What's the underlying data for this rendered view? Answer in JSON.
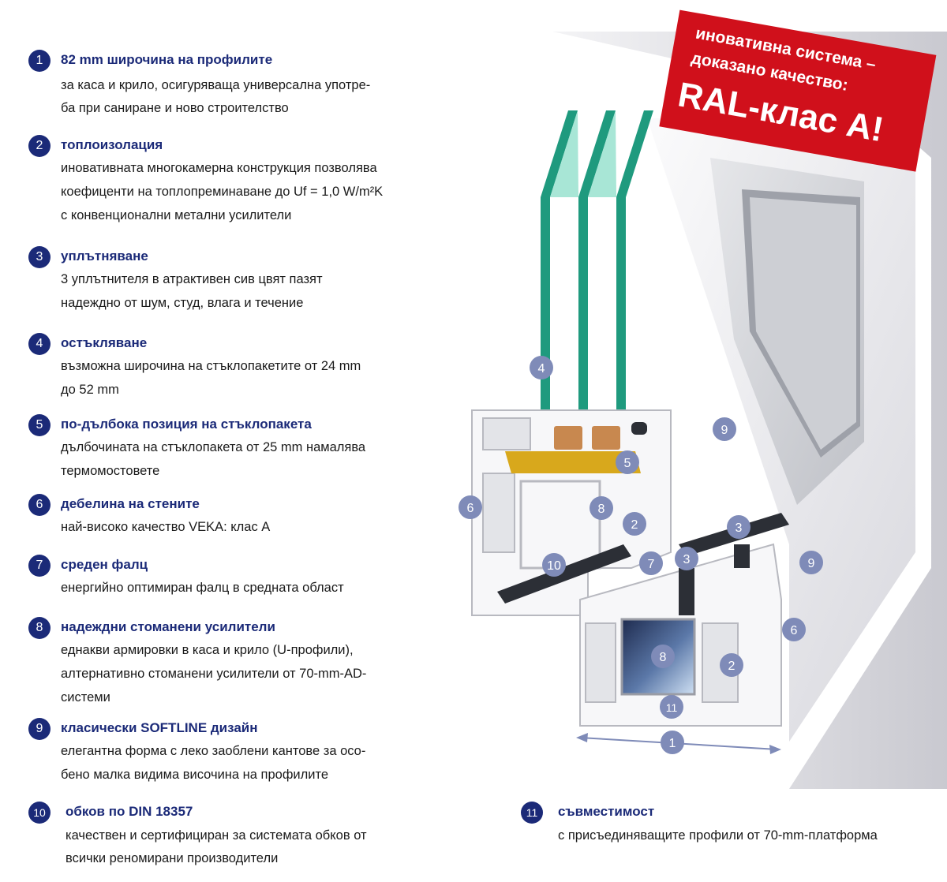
{
  "features": [
    {
      "num": "1",
      "title": "82 mm широчина на профилите",
      "lines": [
        "за каса и крило, осигуряваща универсална употре-",
        "ба при саниране и ново строителство"
      ]
    },
    {
      "num": "2",
      "title": "топлоизолация",
      "lines": [
        "иновативната многокамерна конструкция позволява",
        "коефиценти на топлопреминаване до Uf = 1,0 W/m²K",
        "с конвенционални метални усилители"
      ]
    },
    {
      "num": "3",
      "title": "уплътняване",
      "lines": [
        "3 уплътнителя в атрактивен сив цвят пазят",
        "надеждно от шум, студ, влага и течение"
      ]
    },
    {
      "num": "4",
      "title": "остъкляване",
      "lines": [
        "възможна широчина на стъклопакетите от 24 mm",
        "до 52 mm"
      ]
    },
    {
      "num": "5",
      "title": "по-дълбока позиция на стъклопакета",
      "lines": [
        "дълбочината на стъклопакета от 25 mm намалява",
        "термомостовете"
      ]
    },
    {
      "num": "6",
      "title": "дебелина на стените",
      "lines": [
        "най-високо качество VEKA: клас A"
      ]
    },
    {
      "num": "7",
      "title": "среден фалц",
      "lines": [
        "енергийно оптимиран фалц в средната област"
      ]
    },
    {
      "num": "8",
      "title": "надеждни стоманени усилители",
      "lines": [
        "еднакви армировки в каса и крило (U-профили),",
        "алтернативно стоманени усилители от  70-mm-AD-",
        "системи"
      ]
    },
    {
      "num": "9",
      "title": "класически SOFTLINE дизайн",
      "lines": [
        "елегантна форма с леко заоблени кантове за осо-",
        "бено малка видима височина на профилите"
      ]
    },
    {
      "num": "10",
      "title": "обков по DIN 18357",
      "lines": [
        "качествен и сертифициран за системата обков от",
        "всички реномирани производители"
      ]
    },
    {
      "num": "11",
      "title": "съвместимост",
      "lines": [
        "с присъединяващите профили от 70-mm-платформа"
      ]
    }
  ],
  "ral_banner": {
    "line1": "иновативна система –",
    "line2": "доказано   качество:",
    "line3": "RAL-клас A!",
    "color": "#d0101b"
  },
  "callouts": [
    "4",
    "9",
    "5",
    "6",
    "8",
    "2",
    "3",
    "10",
    "7",
    "3",
    "9",
    "6",
    "8",
    "2",
    "11",
    "1"
  ],
  "colors": {
    "accent": "#1b2a78",
    "callout": "#7f8bb8",
    "glass": "#1f9a7e",
    "spacer": "#d8a81c"
  }
}
